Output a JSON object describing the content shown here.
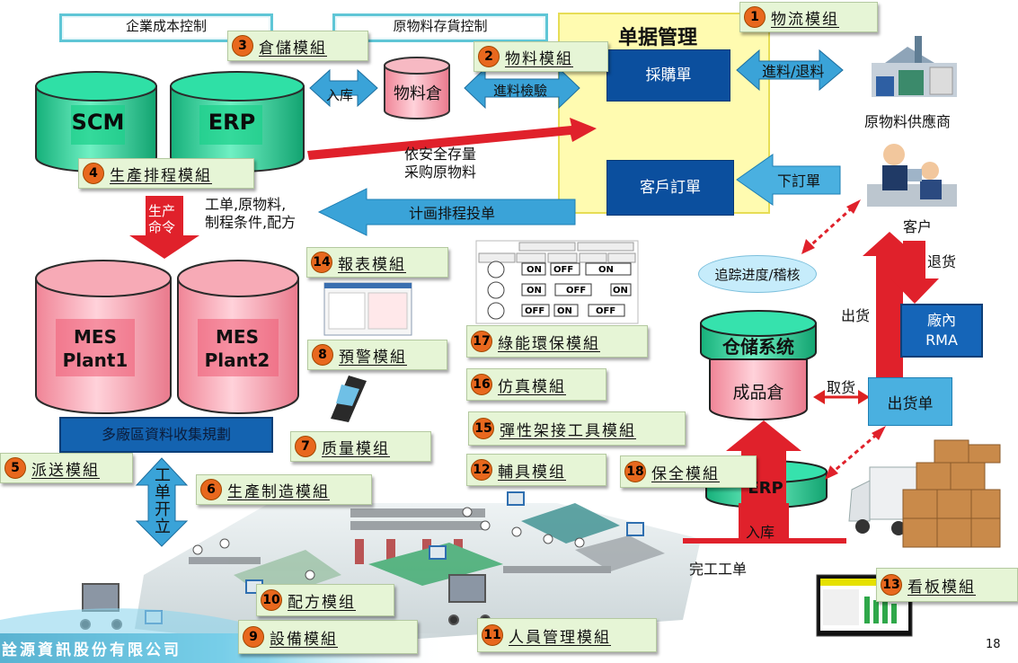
{
  "top_boxes": {
    "cost": "企業成本控制",
    "material_stock": "原物料存貨控制"
  },
  "doc_mgmt": {
    "title": "单据管理",
    "purchase": "採購單",
    "customer_order": "客戶訂單"
  },
  "databases": {
    "scm": "SCM",
    "erp": "ERP",
    "mes1": "MES\nPlant1",
    "mes2": "MES\nPlant2",
    "material_warehouse": "物料倉",
    "warehouse_system": "仓储系统",
    "finished_warehouse": "成品倉",
    "erp_small": "ERP"
  },
  "arrows": {
    "inbound": "入库",
    "incoming_inspection": "進料檢驗",
    "in_return": "進料/退料",
    "safety_stock": "依安全存量\n采购原物料",
    "plan_schedule": "计画排程投单",
    "place_order": "下訂單",
    "production_order": "生产\n命令",
    "work_order_materials": "工单,原物料,\n制程条件,配方",
    "work_order_vertical": "工单开立",
    "ship": "出货",
    "return": "退货",
    "pickup": "取货",
    "inbound2": "入库",
    "complete_order": "完工工单",
    "track": "追踪进度/稽核"
  },
  "boxes": {
    "multi_plant": "多廠區資料收集規劃",
    "rma": "廠內\nRMA",
    "shipping_order": "出货单"
  },
  "labels": {
    "supplier": "原物料供應商",
    "customer": "客户",
    "page_number": "18",
    "company": "詮源資訊股份有限公司"
  },
  "modules": [
    {
      "num": "1",
      "label": "物流模组"
    },
    {
      "num": "2",
      "label": "物料模組"
    },
    {
      "num": "3",
      "label": "倉儲模組"
    },
    {
      "num": "4",
      "label": "生產排程模組"
    },
    {
      "num": "5",
      "label": "派送模組"
    },
    {
      "num": "6",
      "label": "生產制造模組"
    },
    {
      "num": "7",
      "label": "质量模组"
    },
    {
      "num": "8",
      "label": "預警模組"
    },
    {
      "num": "9",
      "label": "設備模組"
    },
    {
      "num": "10",
      "label": "配方模组"
    },
    {
      "num": "11",
      "label": "人員管理模組"
    },
    {
      "num": "12",
      "label": "輔具模组"
    },
    {
      "num": "13",
      "label": "看板模組"
    },
    {
      "num": "14",
      "label": "報表模組"
    },
    {
      "num": "15",
      "label": "彈性架接工具模組"
    },
    {
      "num": "16",
      "label": "仿真模組"
    },
    {
      "num": "17",
      "label": "綠能環保模組"
    },
    {
      "num": "18",
      "label": "保全模組"
    }
  ],
  "energy_panel": {
    "on": "ON",
    "off": "OFF"
  },
  "colors": {
    "module_bg": "#e6f5d6",
    "num_badge": "#e8681e",
    "doc_blue": "#0b4f9e",
    "arrow_red": "#e0212b",
    "arrow_blue": "#3aa3d8",
    "cyl_green": "#2fd39a",
    "cyl_pink": "#f6a8b4",
    "doc_area": "#fffbb0"
  }
}
